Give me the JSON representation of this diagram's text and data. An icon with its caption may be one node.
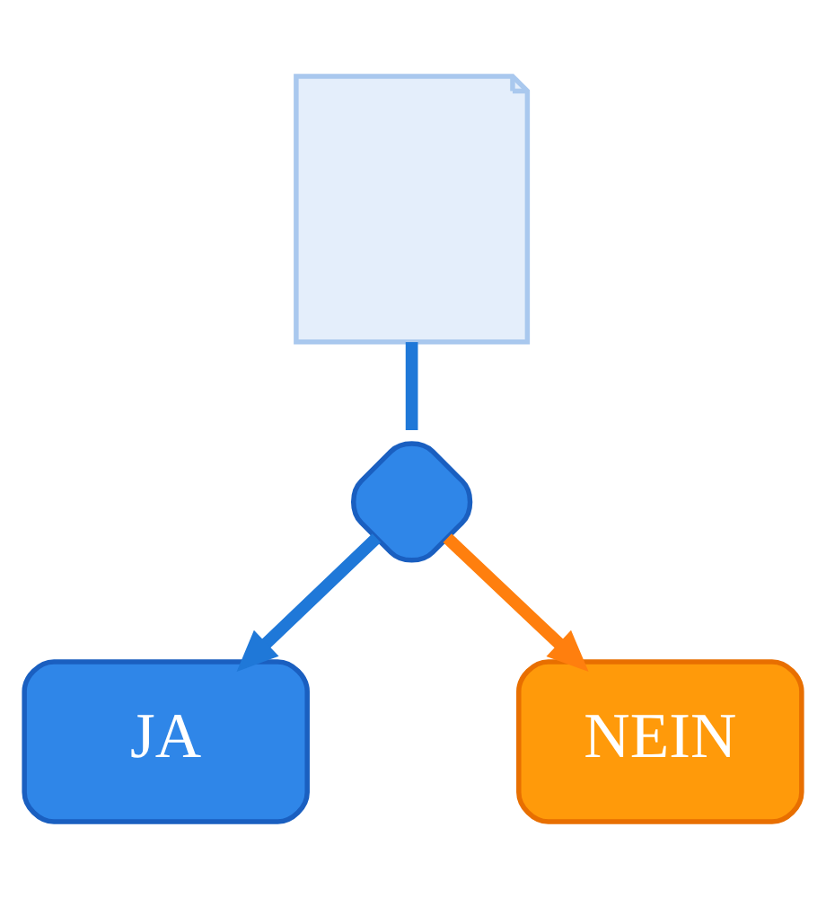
{
  "diagram": {
    "nodes": [
      {
        "text": [],
        "shape": "document"
      },
      {
        "text": [],
        "shape": "diamond"
      },
      {
        "text": [
          "JA"
        ]
      },
      {
        "text": [
          "NEIN"
        ]
      }
    ],
    "edges": [
      {
        "from": 0,
        "to": 1,
        "arrow": "none"
      },
      {
        "from": 1,
        "to": 2,
        "arrow": "to"
      },
      {
        "from": 1,
        "to": 3,
        "arrow": "to",
        "color": "#ff7f0e"
      }
    ]
  }
}
